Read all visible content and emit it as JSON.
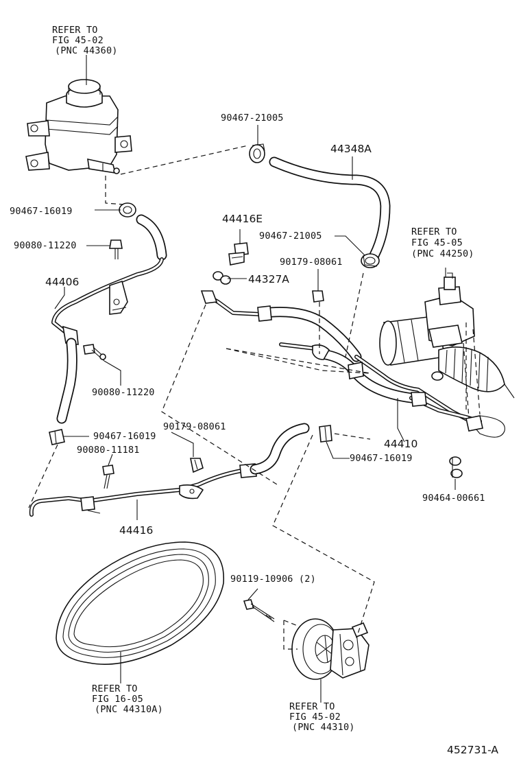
{
  "labels": {
    "reservoir_ref": [
      "REFER TO",
      "FIG 45-02",
      "(PNC 44360)"
    ],
    "clamp_21005_top": "90467-21005",
    "hose_44348a": "44348A",
    "clamp_16019_left": "90467-16019",
    "union_44416e": "44416E",
    "clamp_21005_mid": "90467-21005",
    "gear_ref": [
      "REFER TO",
      "FIG 45-05",
      "(PNC 44250)"
    ],
    "bolt_11220_top": "90080-11220",
    "clip_08061_mid": "90179-08061",
    "gasket_44327a": "44327A",
    "tube_44406": "44406",
    "bolt_11220_mid": "90080-11220",
    "clamp_16019_low": "90467-16019",
    "clip_08061_low": "90179-08061",
    "bolt_11181": "90080-11181",
    "hose_44410": "44410",
    "clamp_16019_right": "90467-16019",
    "clamp_00661": "90464-00661",
    "tube_44416": "44416",
    "bolt_10906": "90119-10906 (2)",
    "belt_ref": [
      "REFER TO",
      "FIG 16-05",
      "(PNC 44310A)"
    ],
    "pump_ref": [
      "REFER TO",
      "FIG 45-02",
      "(PNC 44310)"
    ],
    "figure_id": "452731-A"
  }
}
